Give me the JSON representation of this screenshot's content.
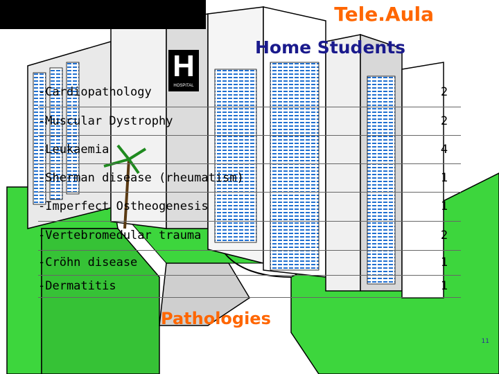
{
  "slide": {
    "brand": "Tele.Aula",
    "subtitle": "Home Students",
    "footer": "Pathologies",
    "page_number": "11",
    "hospital_sign": "H",
    "hospital_sign_small": "HOSPITAL"
  },
  "pathologies": [
    {
      "name": "-Cardiopathology",
      "count": "2"
    },
    {
      "name": "-Muscular Dystrophy",
      "count": "2"
    },
    {
      "name": "-Leukaemia",
      "count": "4"
    },
    {
      "name": "-Sherman disease (rheumatism)",
      "count": "1"
    },
    {
      "name": "-Imperfect Ostheogenesis",
      "count": "1"
    },
    {
      "name": "-Vertebromedular trauma",
      "count": "2"
    },
    {
      "name": "-Cröhn disease",
      "count": "1"
    },
    {
      "name": "-Dermatitis",
      "count": "1"
    }
  ],
  "colors": {
    "brand": "#ff6600",
    "subtitle": "#1a1a8c",
    "grass": "#3dd63d",
    "window_blue": "#1f6fd0"
  }
}
